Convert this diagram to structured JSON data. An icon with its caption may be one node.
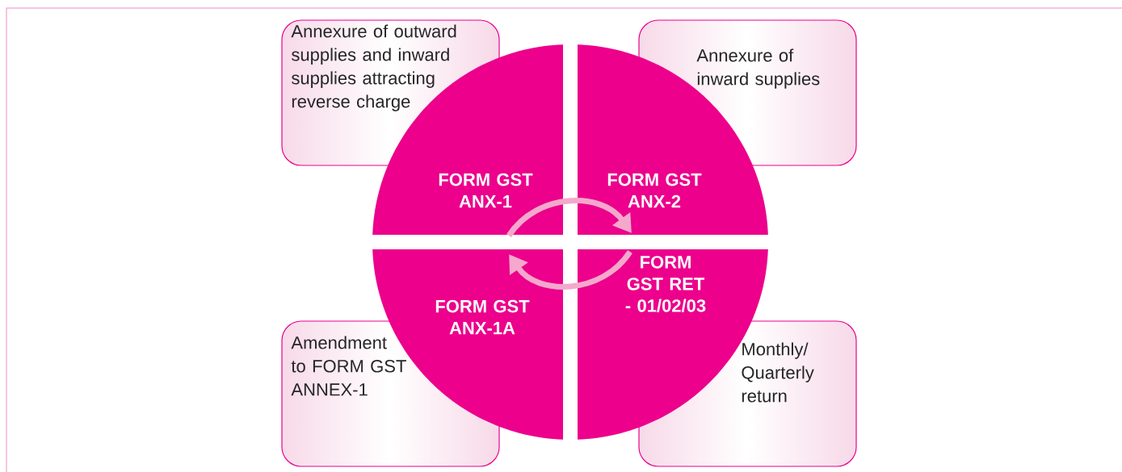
{
  "diagram": {
    "nodes": [
      {
        "text": [
          "Annexure of outward supplies and inward supplies attracting reverse charge"
        ]
      },
      {
        "text": [
          "Annexure of inward supplies"
        ]
      },
      {
        "text": [
          "FORM GST ANX-1"
        ]
      },
      {
        "text": [
          "FORM GST ANX-2"
        ]
      },
      {
        "text": [
          "FORM GST ANX-1A"
        ]
      },
      {
        "text": [
          "FORM GST RET - 01/02/03"
        ]
      },
      {
        "text": [
          "Amendment to FORM GST ANNEX-1"
        ]
      },
      {
        "text": [
          "Monthly/ Quarterly return"
        ]
      }
    ],
    "edges": [
      {
        "from": 2,
        "to": 3,
        "arrow": "to"
      },
      {
        "from": 5,
        "to": 4,
        "arrow": "to"
      }
    ]
  }
}
